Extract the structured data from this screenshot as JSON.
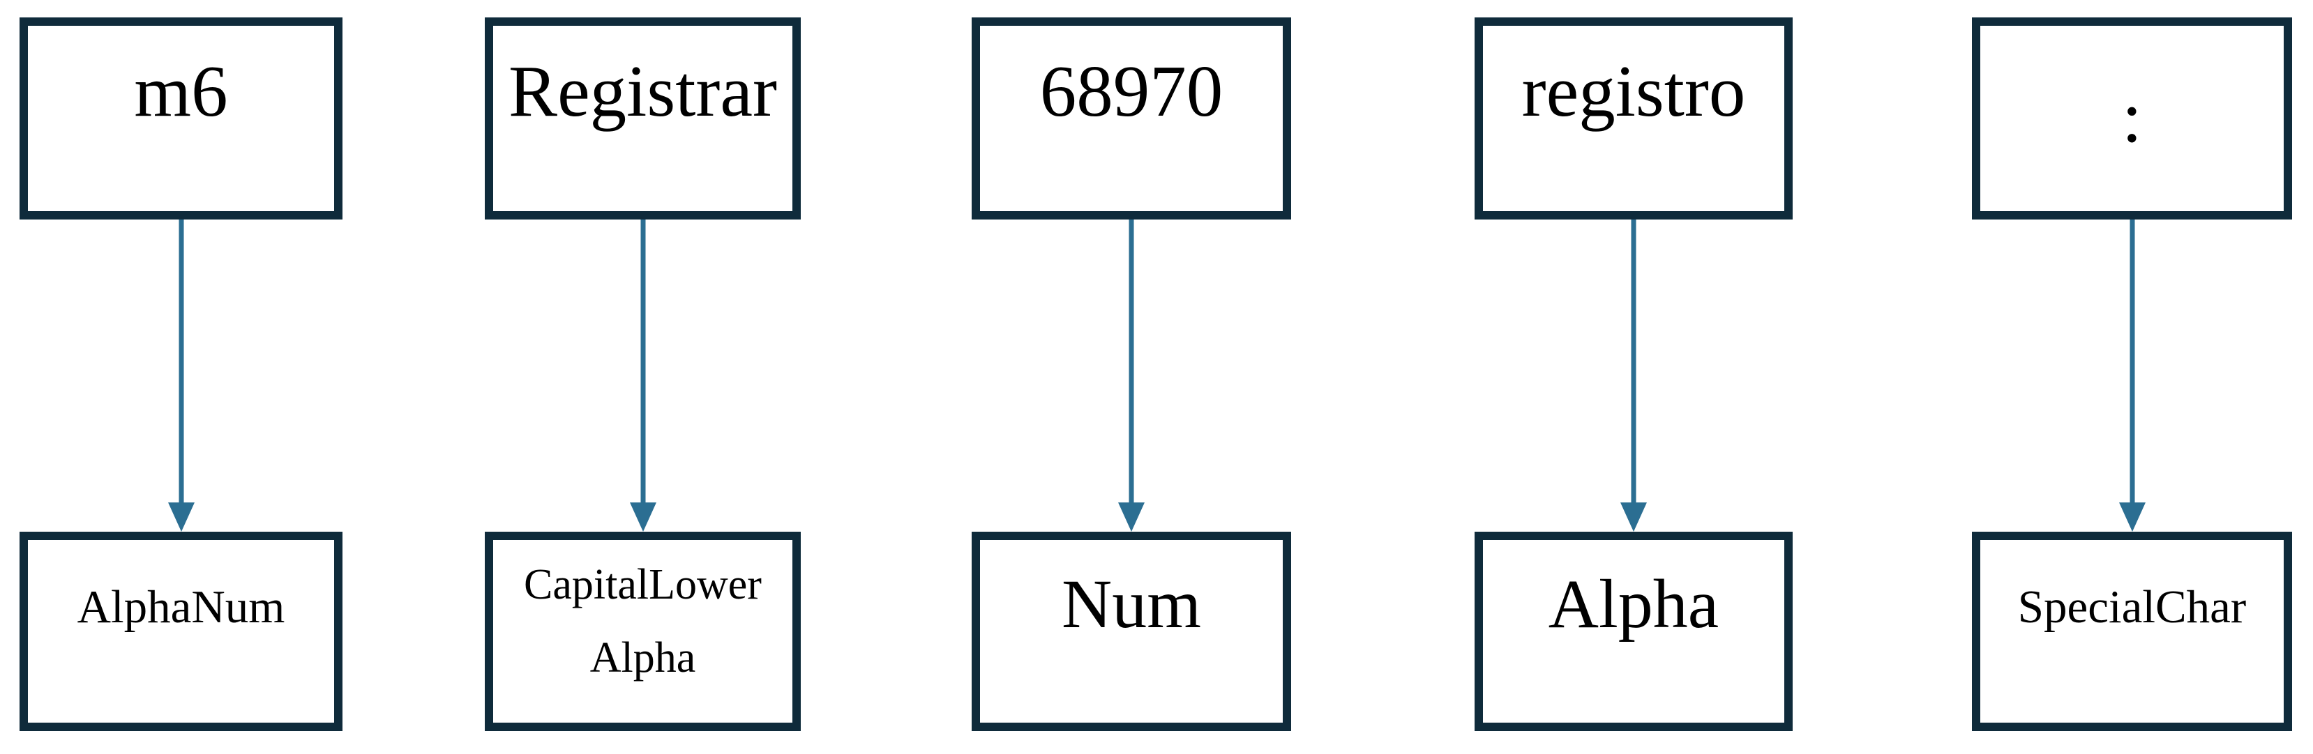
{
  "diagram": {
    "description": "Token classification diagram: five sample tokens each mapped by a downward arrow to a character-class category",
    "background_color": "#ffffff",
    "box_border_color": "#0f2b3b",
    "arrow_color": "#2b6e92",
    "text_color": "#000000",
    "columns": [
      {
        "token": "m6",
        "category": "AlphaNum"
      },
      {
        "token": "Registrar",
        "category": "CapitalLower Alpha",
        "category_line1": "CapitalLower",
        "category_line2": "Alpha"
      },
      {
        "token": "68970",
        "category": "Num"
      },
      {
        "token": "registro",
        "category": "Alpha"
      },
      {
        "token": ":",
        "category": "SpecialChar"
      }
    ]
  }
}
